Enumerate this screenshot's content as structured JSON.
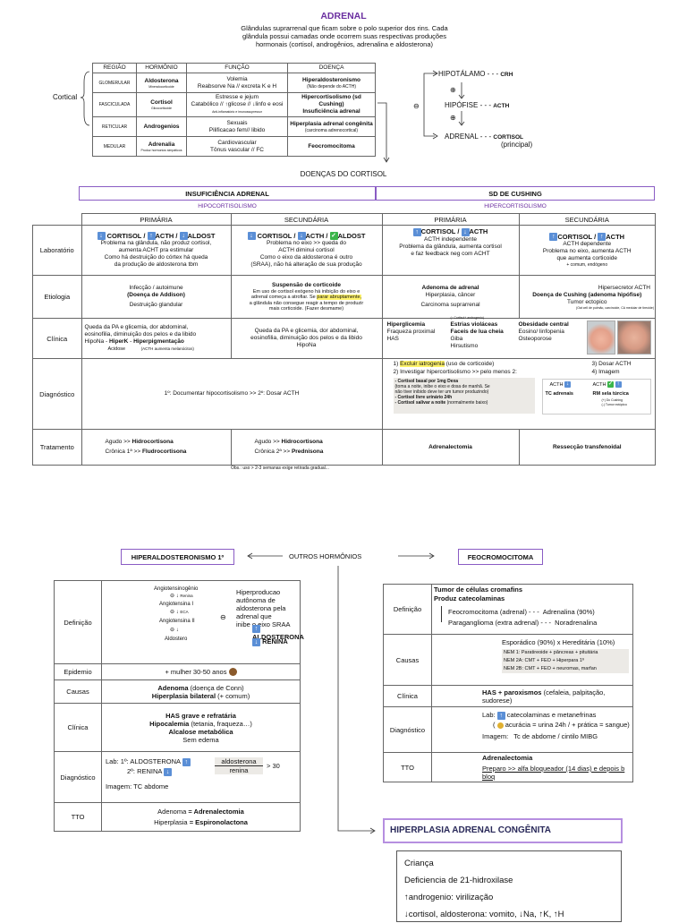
{
  "header": {
    "title": "ADRENAL",
    "intro": [
      "Glândulas suprarrenal que ficam sobre o polo superior dos rins. Cada",
      "glândula possui camadas onde ocorrem suas respectivas produções",
      "hormonais (cortisol, androgênios, adrenalina e aldosterona)"
    ]
  },
  "regions": {
    "side_label": "Cortical",
    "headers": [
      "REGIÃO",
      "HORMÔNIO",
      "FUNÇÃO",
      "DOENÇA"
    ],
    "rows": [
      {
        "region": "GLOMERULAR",
        "hormone": "Aldosterona",
        "hormone_sub": "Mineralocorticoide",
        "func": [
          "Volemia",
          "Reabsorve Na // excreta K e H"
        ],
        "disease": "Hiperaldosteronismo",
        "disease_sub": "(Não depende do ACTH)"
      },
      {
        "region": "FASCICULADA",
        "hormone": "Cortisol",
        "hormone_sub": "Glicocorticoide",
        "func": [
          "Estresse e jejum",
          "Catabólico // ↑glicose // ↓linfo e eosi"
        ],
        "func_sub": "Anti-inflamatório e imunossupressor",
        "disease": "Hipercortisolismo (sd Cushing)",
        "disease2": "Insuficiência adrenal"
      },
      {
        "region": "RETICULAR",
        "hormone": "Androgenios",
        "func": [
          "Sexuais",
          "Pilificacao fem// libido"
        ],
        "disease": "Hiperplasia adrenal congênita",
        "disease_sub": "(carcinoma adrenocortical)"
      },
      {
        "region": "MEDULAR",
        "hormone": "Adrenalia",
        "hormone_sub": "Produz hormonios simpáticos",
        "func": [
          "Cardiovascular",
          "Tônus vascular // FC"
        ],
        "disease": "Feocromocitoma"
      }
    ]
  },
  "axis": {
    "hypothalamus": "HIPOTÁLAMO",
    "crh": "CRH",
    "pituitary": "HIPÓFISE",
    "acth": "ACTH",
    "adrenal": "ADRENAL",
    "cortisol": "CORTISOL",
    "principal": "(principal)",
    "plus": "⊕",
    "minus": "⊖"
  },
  "cortisol": {
    "title": "DOENÇAS DO CORTISOL",
    "insuf": "INSUFICIÊNCIA ADRENAL",
    "hipo": "HIPOCORTISOLISMO",
    "cushing": "SD DE CUSHING",
    "hiper": "HIPERCORTISOLISMO",
    "primaria": "PRIMÁRIA",
    "secundaria": "SECUNDÁRIA",
    "row_labels": [
      "Laboratório",
      "Etiologia",
      "Clínica",
      "Diagnóstico",
      "Tratamento"
    ],
    "lab": {
      "ip_head": [
        "CORTISOL /",
        "ACTH /",
        "ALDOST"
      ],
      "ip_text": [
        "Problema na glândula, não produz cortisol,",
        "aumenta ACHT pra estimular",
        "Como há destruição do córtex há queda",
        "da produção de aldosterona tbm"
      ],
      "is_head": [
        "CORTISOL /",
        "ACTH /",
        "ALDOST"
      ],
      "is_text": [
        "Problema no eixo >> queda do",
        "ACTH diminui cortisol",
        "Como o eixo da aldosterona é outro",
        "(SRAA), não há alteração de sua produção"
      ],
      "cp_head": [
        "CORTISOL /",
        "ACTH"
      ],
      "cp_text": [
        "ACTH independente",
        "Problema da glândula, aumenta cortisol",
        "e faz feedback neg com ACHT"
      ],
      "cs_head": [
        "CORTISOL /",
        "ACTH"
      ],
      "cs_text": [
        "ACTH dependente",
        "Problema no eixo, aumenta ACTH",
        "que aumenta corticoide",
        "+ comum, endógeno"
      ]
    },
    "etio": {
      "ip": [
        "Infecção / autoimune",
        "(Doença de Addison)",
        "Destruição glandular"
      ],
      "is_title": "Suspensão de corticoide",
      "is_text": [
        "Em uso de cortisol exógeno há inibição do eixo e",
        "adrenal começa a atrofiar. Se",
        "parar abruptamente,",
        "a glândula não consegue reagir a tempo de produzir",
        "mais corticoide. (Fazer desmame)"
      ],
      "cp": [
        "Adenoma de adrenal",
        "Hiperplasia, câncer",
        "Carcinoma suprarrenal"
      ],
      "cs": [
        "Hipersecretor ACTH",
        "Doença de Cushing (adenoma hipófise)",
        "Tumor ectopico",
        "(Oat cell de pulmão, carcinoide, CA medular de tireoide)"
      ]
    },
    "clin": {
      "ip": [
        "Queda da PA e glicemia, dor abdominal,",
        "eosinofilia, diminuição dos pelos e da libido",
        "HipoNa -",
        "HiperK",
        "-",
        "Hiperpigmentação",
        "Acidose",
        "(ACTH aumenta melanócitos)"
      ],
      "is": [
        "Queda da PA e glicemia, dor abdominal,",
        "eosinofilia, diminuição dos pelos e da libido",
        "HipoNa"
      ],
      "c1": [
        "Hiperglicemia",
        "Fraqueza proximal",
        "HAS"
      ],
      "c2": [
        "Estrias violáceas",
        "Faceis de lua cheia",
        "Giba",
        "Hirsutismo"
      ],
      "c2_note": "(↑ Cortisol+ androgenio)",
      "c3": [
        "Obesidade central",
        "Eosino/ linfopenia",
        "Osteoporose"
      ]
    },
    "diag": {
      "insuf": "1º: Documentar hipocortisolismo >> 2º: Dosar ACTH",
      "c_list": [
        "1)",
        "Excluir iatrogenia",
        "(uso de corticoide)",
        "2) Investigar hipercortisolismo >> pelo menos 2:"
      ],
      "c_right": [
        "3) Dosar ACTH",
        "4) Imagem"
      ],
      "tests": [
        "- Cortisol basal por 1mg Dexa",
        "(toma a noite, inibe o eixo e dosa de manhã. Se",
        "não tiver inibido deve ter um tumor produzindo)",
        "- Cortisol livre urinário 24h",
        "- Cortisol salivar a noite",
        "(normalmente baixo)"
      ],
      "acth_low": "ACTH",
      "acth_high": "ACTH",
      "tc": "TC adrenais",
      "rm": "RM sela túrcica",
      "rm_sub": [
        "(+) Dc Cushing",
        "(-) Tumor ectópico"
      ]
    },
    "trat": {
      "ip": [
        "Agudo >>",
        "Hidrocortisona",
        "Crônica 1ª >>",
        "Fludrocortisona"
      ],
      "is": [
        "Agudo >>",
        "Hidrocortisona",
        "Crônica 2ª >>",
        "Prednisona"
      ],
      "cp": "Adrenalectomia",
      "cs": "Ressecção transfenoidal"
    },
    "obs": "Obs.: uso > 2-3 semanas exige retirada gradual..."
  },
  "outros": {
    "title": "OUTROS HORMÔNIOS",
    "hiperaldo": "HIPERALDOSTERONISMO 1º",
    "feo": "FEOCROMOCITOMA",
    "hac": "HIPERPLASIA ADRENAL CONGÊNITA"
  },
  "aldo": {
    "labels": [
      "Definição",
      "Epidemio",
      "Causas",
      "Clínica",
      "Diagnóstico",
      "TTO"
    ],
    "cascade": [
      "Angiotensinogênio",
      "Renina",
      "Angiotensina I",
      "ECA",
      "Angiotensina II",
      "Aldostero"
    ],
    "def_text": [
      "Hiperproducao autônoma de",
      "aldosterona pela adrenal que",
      "inibe o eixo SRAA"
    ],
    "def_up": "ALDOSTERONA",
    "def_down": "RENINA",
    "epidemio": "+ mulher 30-50 anos",
    "causas": [
      "Adenoma",
      "(doença de Conn)",
      "Hiperplasia bilateral",
      "(+ comum)"
    ],
    "clinica": [
      "HAS grave e refratária",
      "Hipocalemia",
      "(tetania, fraqueza…)",
      "Alcalose metabólica",
      "Sem edema"
    ],
    "diag": [
      "Lab:",
      "1º: ALDOSTERONA",
      "2º: RENINA",
      "Imagem: TC abdome"
    ],
    "ratio_top": "aldosterona",
    "ratio_bottom": "renina",
    "ratio_val": "> 30",
    "tto": [
      "Adenoma",
      "= Adrenalectomia",
      "Hiperplasia",
      "= Espironolactona"
    ]
  },
  "feo": {
    "labels": [
      "Definição",
      "Causas",
      "Clínica",
      "Diagnóstico",
      "TTO"
    ],
    "def": [
      "Tumor de células cromafins",
      "Produz catecolaminas",
      "Feocromocitoma (adrenal) - - -",
      "Adrenalina (90%)",
      "Paraganglioma (extra adrenal) - - -",
      "Noradrenalina"
    ],
    "causas": [
      "Esporádico (90%) x Hereditária (10%)",
      "NEM 1: Paratireoide + pâncreas + pituitária",
      "NEM 2A: CMT + FEO + Hiperpara 1º",
      "NEM 2B: CMT + FEO + neuromas, marfan"
    ],
    "clinica": [
      "HAS + paroxismos",
      "(cefaleia, palpitação, sudorese)"
    ],
    "diag": [
      "Lab:",
      "catecolaminas e metanefrinas",
      "acurácia = urina 24h / + prática = sangue)",
      "Imagem:",
      "Tc de abdome / cintilo MIBG"
    ],
    "tto": [
      "Adrenalectomia",
      "Preparo >> alfa bloqueador (14 dias) e depois b bloq"
    ]
  },
  "hac": {
    "lines": [
      "Criança",
      "Deficiencia de 21-hidroxilase",
      "↑androgenio: virilização",
      "↓cortisol, aldosterona: vomito, ↓Na, ↑K, ↑H"
    ]
  }
}
